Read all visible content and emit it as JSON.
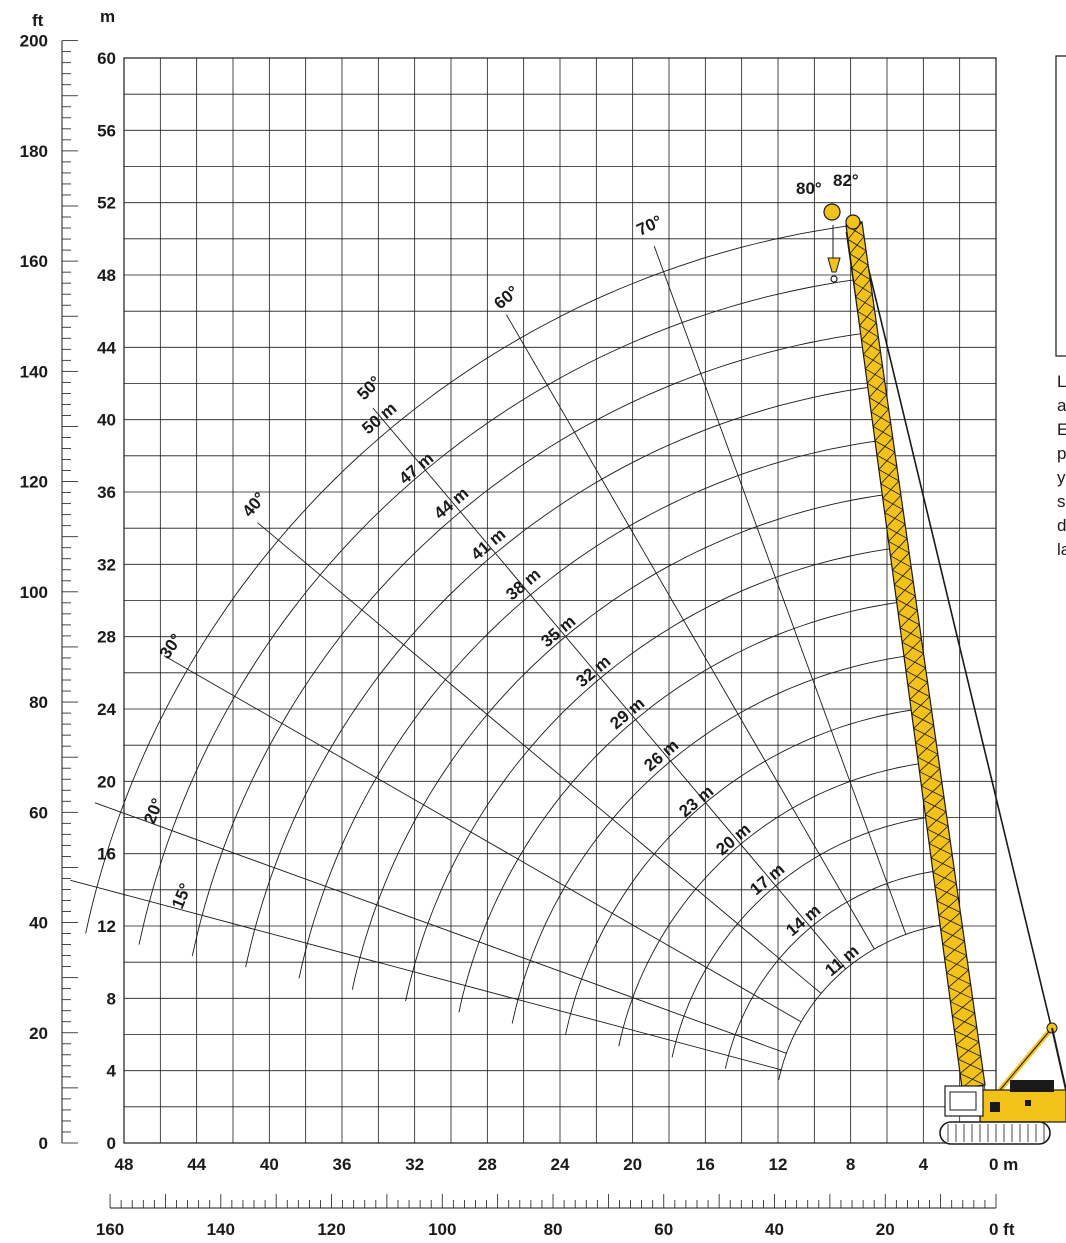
{
  "units": {
    "left_ft": "ft",
    "left_m": "m",
    "bottom_m": "0 m",
    "bottom_ft": "0 ft"
  },
  "axes": {
    "y_m_ticks": [
      "60",
      "56",
      "52",
      "48",
      "44",
      "40",
      "36",
      "32",
      "28",
      "24",
      "20",
      "16",
      "12",
      "8",
      "4",
      "0"
    ],
    "y_ft_ticks": [
      "200",
      "180",
      "160",
      "140",
      "120",
      "100",
      "80",
      "60",
      "40",
      "20",
      "0"
    ],
    "x_m_ticks": [
      "48",
      "44",
      "40",
      "36",
      "32",
      "28",
      "24",
      "20",
      "16",
      "12",
      "8",
      "4"
    ],
    "x_ft_ticks": [
      "160",
      "140",
      "120",
      "100",
      "80",
      "60",
      "40",
      "20"
    ]
  },
  "boom_length_labels": [
    "50 m",
    "47 m",
    "44 m",
    "41 m",
    "38 m",
    "35 m",
    "32 m",
    "29 m",
    "26 m",
    "23 m",
    "20 m",
    "17 m",
    "14 m",
    "11 m"
  ],
  "boom_angle_labels": [
    "15°",
    "20°",
    "30°",
    "40°",
    "50°",
    "60°",
    "70°",
    "80°",
    "82°"
  ],
  "side_text_letters": [
    "L",
    "a",
    "E",
    "p",
    "y",
    "s",
    "d",
    "la"
  ],
  "colors": {
    "crane_yellow": "#f2c21b",
    "line": "#1a1a1a",
    "grid": "#1a1a1a"
  },
  "chart_data": {
    "type": "diagram",
    "x_range_m": [
      48,
      0
    ],
    "y_range_m": [
      0,
      60
    ],
    "boom_lengths_m": [
      50,
      47,
      44,
      41,
      38,
      35,
      32,
      29,
      26,
      23,
      20,
      17,
      14,
      11
    ],
    "boom_angles_deg": [
      15,
      20,
      30,
      40,
      50,
      60,
      70,
      80,
      82
    ]
  }
}
